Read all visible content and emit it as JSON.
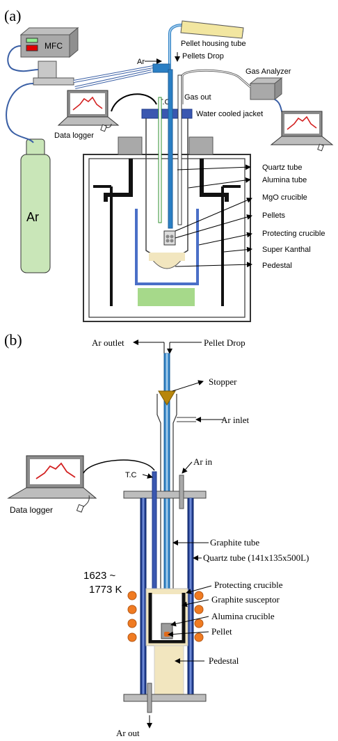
{
  "panel_a": {
    "label": "(a)",
    "mfc": "MFC",
    "ar_cylinder": "Ar",
    "ar_arrow": "Ar",
    "data_logger": "Data logger",
    "tc": "T.C",
    "pellet_housing_tube": "Pellet housing tube",
    "pellets_drop": "Pellets Drop",
    "gas_analyzer": "Gas Analyzer",
    "gas_out": "Gas out",
    "water_cooled_jacket": "Water cooled jacket",
    "quartz_tube": "Quartz tube",
    "alumina_tube": "Alumina tube",
    "mgo_crucible": "MgO crucible",
    "pellets": "Pellets",
    "protecting_crucible": "Protecting crucible",
    "super_kanthal": "Super Kanthal",
    "pedestal": "Pedestal"
  },
  "panel_b": {
    "label": "(b)",
    "ar_outlet": "Ar outlet",
    "pellet_drop": "Pellet Drop",
    "stopper": "Stopper",
    "ar_inlet": "Ar inlet",
    "ar_in": "Ar in",
    "tc": "T.C",
    "data_logger": "Data logger",
    "graphite_tube": "Graphite tube",
    "quartz_tube": "Quartz tube (141x135x500L)",
    "temp_line1": "1623 ~",
    "temp_line2": "1773 K",
    "protecting_crucible": "Protecting crucible",
    "graphite_susceptor": "Graphite susceptor",
    "alumina_crucible": "Alumina crucible",
    "pellet": "Pellet",
    "pedestal": "Pedestal",
    "ar_out": "Ar out"
  },
  "colors": {
    "blue_tube": "#2b7fc4",
    "light_blue": "#9fc9ea",
    "navy": "#1f3a8a",
    "green_cylinder": "#c9e6b8",
    "green_base": "#a6d98a",
    "pedestal_fill": "#f2e6bf",
    "stopper": "#b8860b",
    "coil": "#f07b22",
    "heater_blue": "#4a6fc7"
  }
}
